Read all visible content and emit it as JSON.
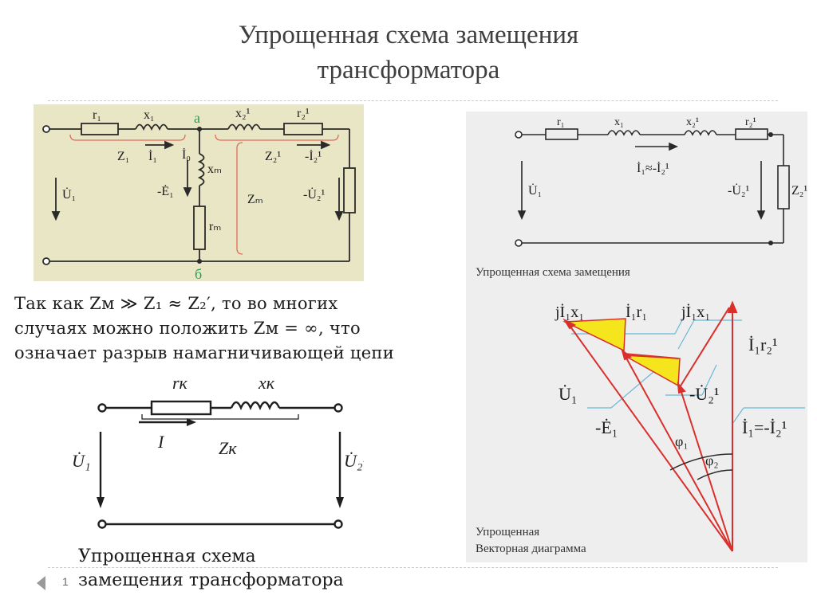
{
  "title": {
    "line1": "Упрощенная схема замещения",
    "line2": "трансформатора"
  },
  "top_circuit": {
    "labels": {
      "r1": "r₁",
      "x1": "x₁",
      "node_a": "а",
      "x2": "x₂¹",
      "r2": "r₂¹",
      "Z1": "Z₁",
      "I1": "İ₁",
      "Z2": "Z₂¹",
      "I2": "-İ₂¹",
      "U1": "U̇₁",
      "I0": "İ₀",
      "E1": "-Ė₁",
      "xm": "xₘ",
      "Zm": "Zₘ",
      "U2": "-U̇₂¹",
      "rm": "rₘ",
      "node_b": "б"
    },
    "colors": {
      "background": "#e8e6c4",
      "accent_red": "#e06a5a",
      "accent_green": "#2a9a5a"
    }
  },
  "paragraph": {
    "line1": "Так как Zм ≫ Z₁ ≈ Z₂′, то во многих",
    "line2": "случаях можно положить Zм = ∞, что",
    "line3": "означает разрыв намагничивающей цепи"
  },
  "bottom_circuit": {
    "labels": {
      "rk": "rк",
      "xk": "xк",
      "I": "I",
      "Zk": "Zк",
      "U1": "U̇₁",
      "U2": "U̇₂¹"
    },
    "caption_line1": "Упрощенная схема",
    "caption_line2": "замещения трансформатора"
  },
  "right_panel": {
    "circuit_labels": {
      "r1": "r₁",
      "x1": "x₁",
      "x2": "x₂¹",
      "r2": "r₂¹",
      "I_relation": "İ₁≈-İ₂¹",
      "U1": "U̇₁",
      "U2": "-U̇₂¹",
      "Z2": "Z₂¹"
    },
    "circuit_caption": "Упрощенная схема замещения",
    "vector_labels": {
      "jI1x1_left": "jİ₁x₁",
      "I1r1": "İ₁r₁",
      "jI1x1_right": "jİ₁x₁",
      "I1r2": "İ₁r₂¹",
      "U1": "U̇₁",
      "U2": "-U̇₂¹",
      "E1": "-Ė₁",
      "phi1": "φ₁",
      "phi2": "φ₂",
      "I_relation": "İ₁=-İ₂¹"
    },
    "diagram_caption_line1": "Упрощенная",
    "diagram_caption_line2": "Векторная диаграмма",
    "colors": {
      "background": "#eeeeee",
      "vector": "#d9302c",
      "triangle_fill": "#f4e51c",
      "dim_line": "#69b7d6"
    }
  },
  "footer": {
    "slide_number": "1"
  }
}
